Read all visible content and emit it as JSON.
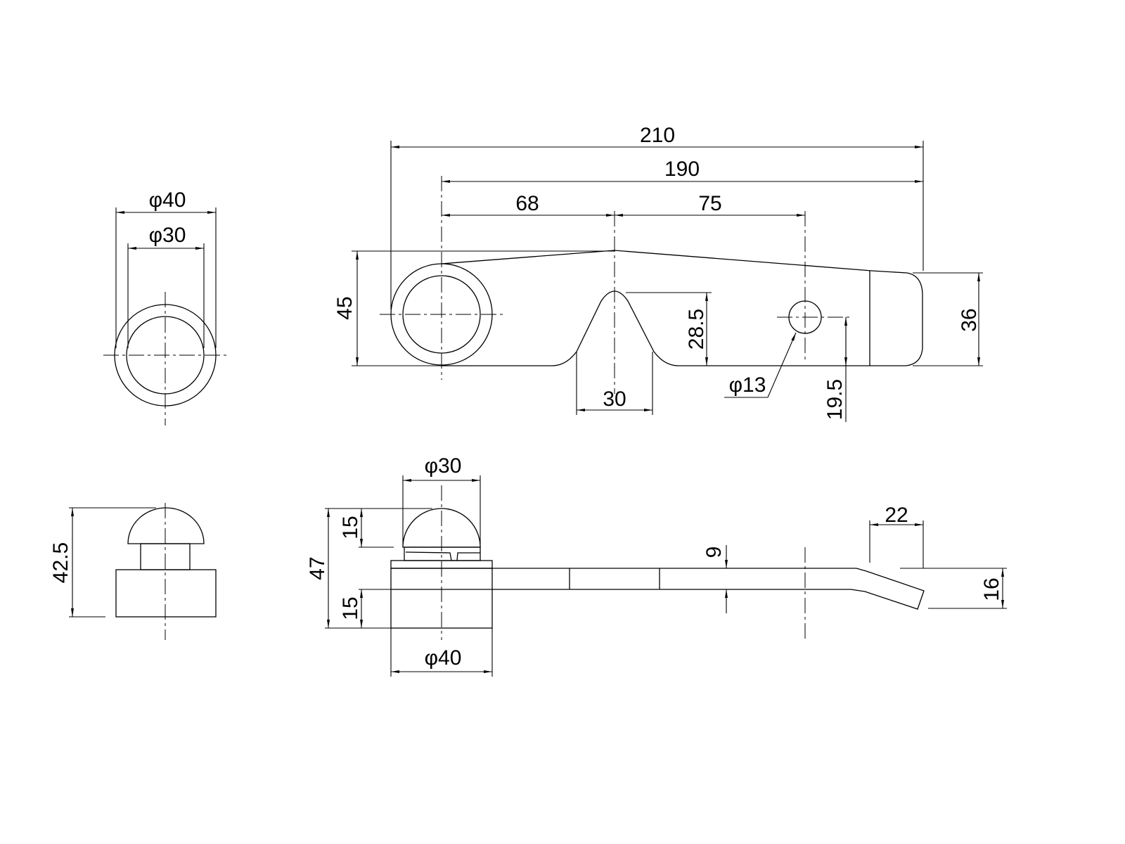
{
  "drawing": {
    "end_view_top": {
      "outer_dia": "φ40",
      "inner_dia": "φ30"
    },
    "plan_view": {
      "overall_length": "210",
      "hole_to_end": "190",
      "hole_to_notch": "68",
      "notch_to_small_hole": "75",
      "width_left": "45",
      "notch_depth": "28.5",
      "width_right": "36",
      "small_hole_dia": "φ13",
      "notch_width": "30",
      "small_hole_offset": "19.5"
    },
    "end_view_bottom": {
      "height": "42.5"
    },
    "side_view": {
      "dome_dia": "φ30",
      "dome_height": "15",
      "total_height": "47",
      "base_height": "15",
      "base_dia": "φ40",
      "bar_thickness": "9",
      "bend_length": "22",
      "bend_drop": "16"
    }
  }
}
